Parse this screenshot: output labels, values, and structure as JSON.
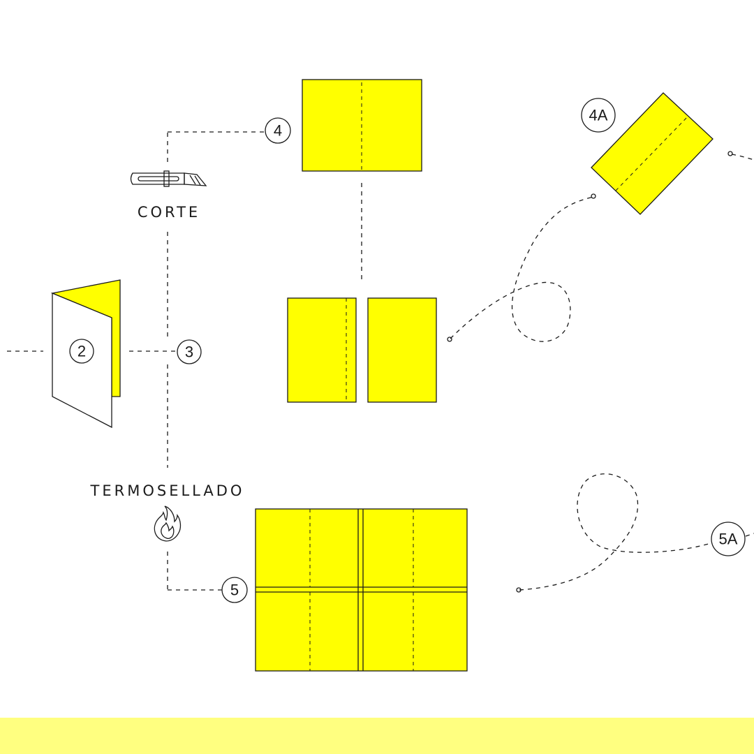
{
  "colors": {
    "sheet": "#ffff00",
    "ink": "#1a1a1a",
    "background": "#ffffff",
    "footer_band": "#ffff80"
  },
  "steps": {
    "s2": "2",
    "s3": "3",
    "s4": "4",
    "s4a": "4A",
    "s5": "5",
    "s5a": "5A"
  },
  "labels": {
    "corte": "CORTE",
    "termosellado": "TERMOSELLADO"
  },
  "icons": {
    "cutter": "utility-knife-icon",
    "heat": "flame-icon"
  }
}
